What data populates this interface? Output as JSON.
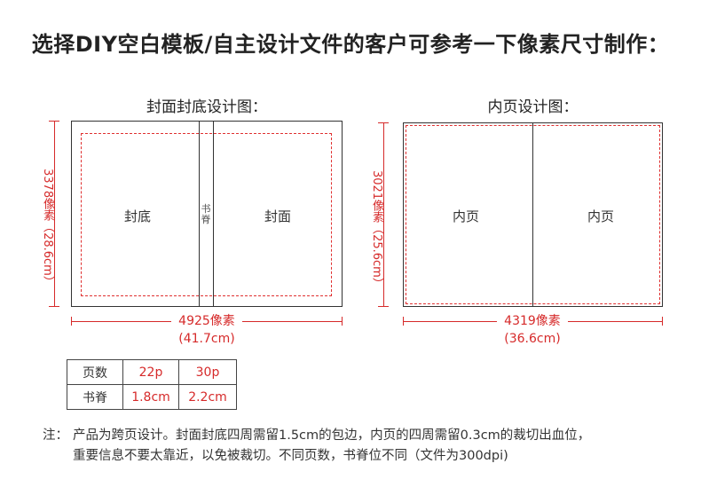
{
  "header": {
    "title": "选择DIY空白模板/自主设计文件的客户可参考一下像素尺寸制作："
  },
  "cover_diagram": {
    "title": "封面封底设计图：",
    "back_label": "封底",
    "spine_label": "书脊",
    "front_label": "封面",
    "width_px": "4925像素",
    "width_cm": "(41.7cm)",
    "height_label": "3378像素（28.6cm）"
  },
  "inner_diagram": {
    "title": "内页设计图：",
    "left_label": "内页",
    "right_label": "内页",
    "width_px": "4319像素",
    "width_cm": "(36.6cm)",
    "height_label": "3021像素（25.6cm）"
  },
  "spec_table": {
    "rows": [
      [
        "页数",
        "22p",
        "30p"
      ],
      [
        "书脊",
        "1.8cm",
        "2.2cm"
      ]
    ]
  },
  "note": {
    "prefix": "注：",
    "line1": "产品为跨页设计。封面封底四周需留1.5cm的包边，内页的四周需留0.3cm的裁切出血位，",
    "line2": "重要信息不要太靠近，以免被裁切。不同页数，书脊位不同（文件为300dpi)"
  },
  "colors": {
    "accent": "#d62a2a",
    "line": "#333333"
  }
}
